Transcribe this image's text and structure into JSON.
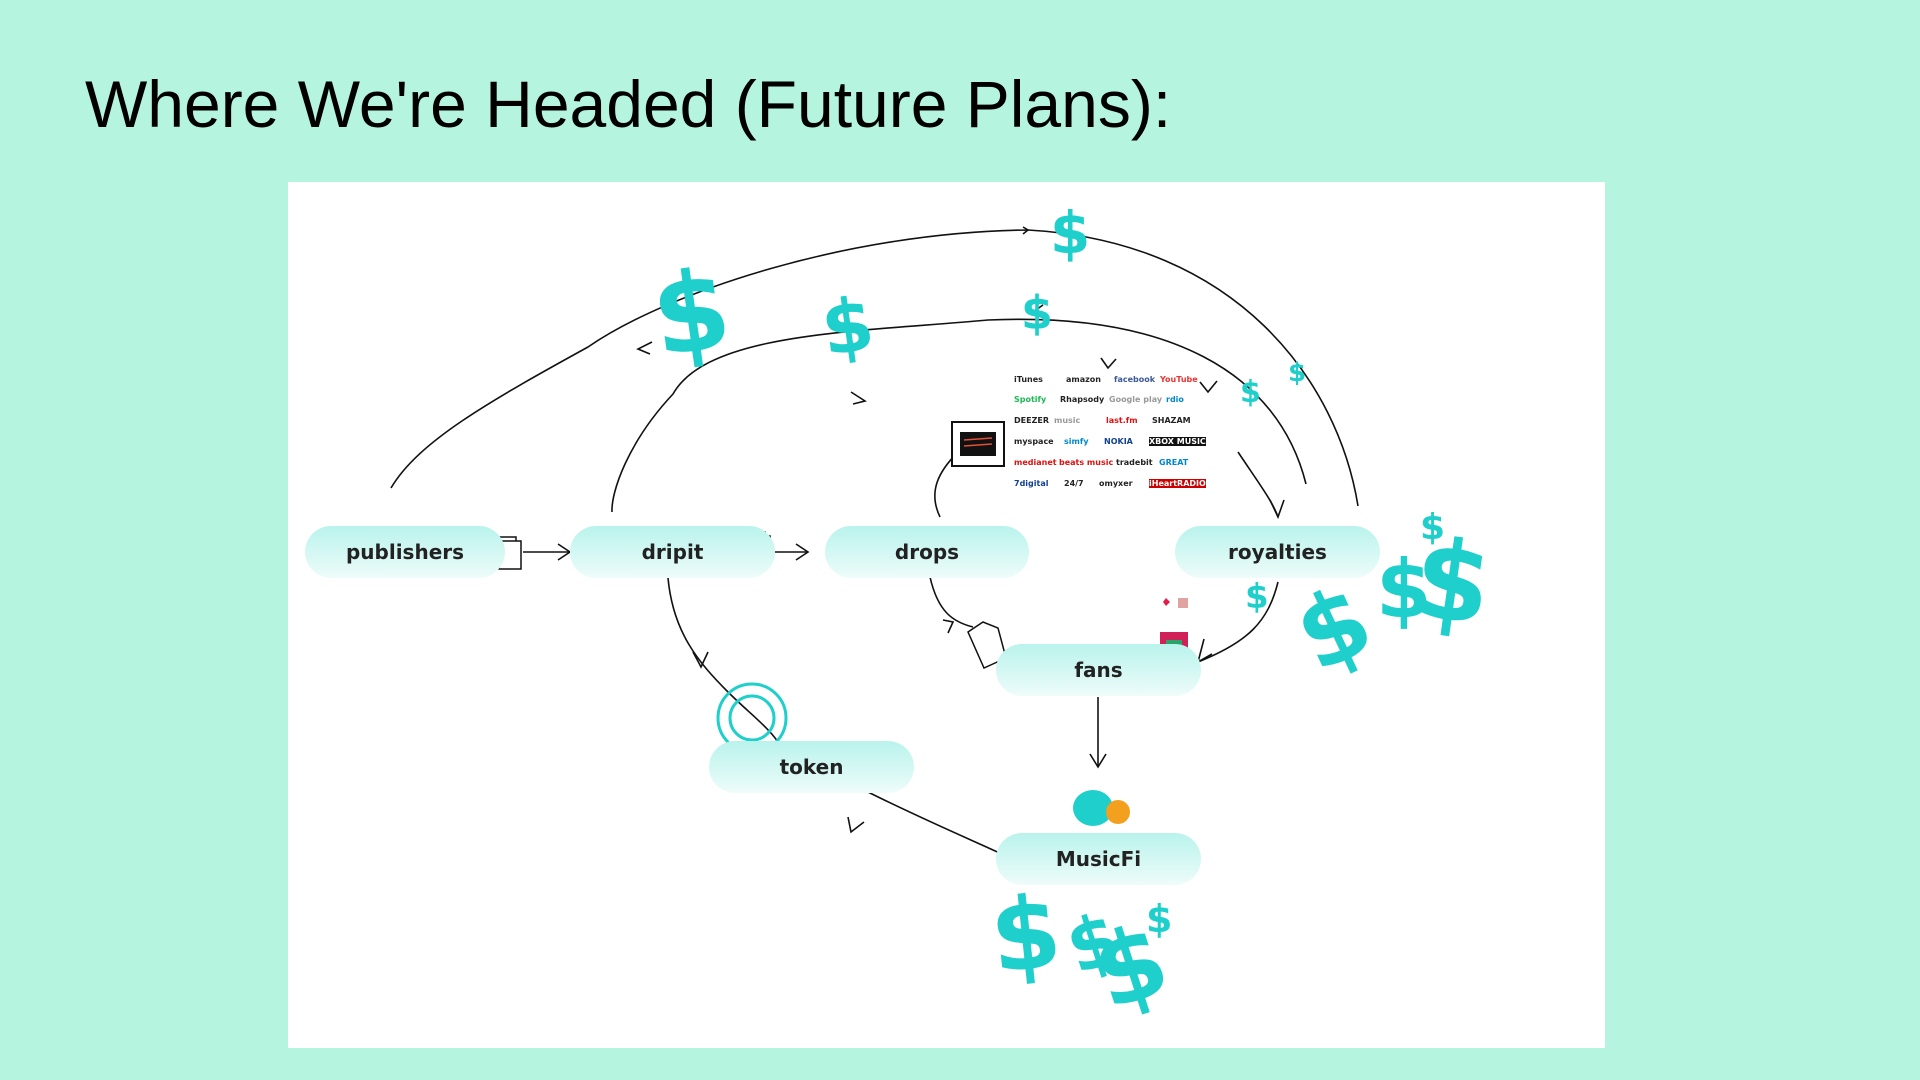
{
  "slide": {
    "title": "Where We're Headed (Future Plans):"
  },
  "nodes": {
    "publishers": "publishers",
    "dripit": "dripit",
    "drops": "drops",
    "royalties": "royalties",
    "fans": "fans",
    "token": "token",
    "musicfi": "MusicFi"
  },
  "currency_symbol": "$",
  "services": [
    "iTunes",
    "amazon",
    "facebook",
    "YouTube",
    "Spotify",
    "Rhapsody",
    "Google play",
    "rdio",
    "DEEZER",
    "music",
    "last.fm",
    "SHAZAM",
    "myspace",
    "simfy",
    "NOKIA",
    "XBOX MUSIC",
    "medianet",
    "beats music",
    "tradebit",
    "GREAT",
    "7digital",
    "24/7",
    "omyxer",
    "iHeartRADIO"
  ],
  "colors": {
    "background": "#b5f4df",
    "panel": "#ffffff",
    "accent": "#1fcfcb",
    "node": "#c8f5ef"
  }
}
